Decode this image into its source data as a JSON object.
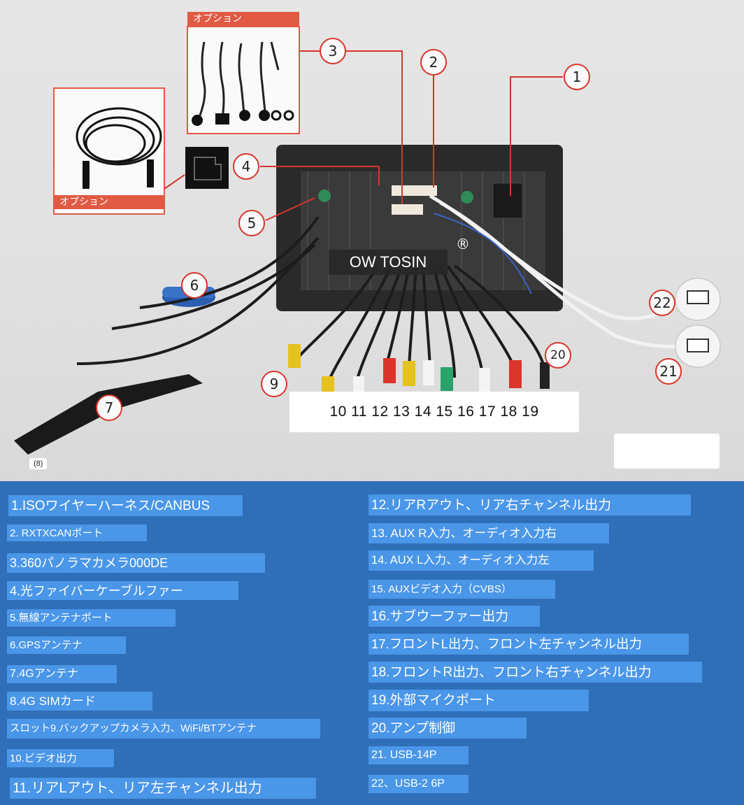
{
  "photo": {
    "option_label_top": "オプション",
    "option_label_left": "オプション",
    "brand": "OW TOSIN",
    "registered_mark": "®",
    "pin_numbers": "10 11 12 13 14 15 16 17 18 19",
    "label_8": "(8)",
    "callouts": [
      "1",
      "2",
      "3",
      "4",
      "5",
      "6",
      "7",
      "9",
      "20",
      "21",
      "22"
    ]
  },
  "legend": {
    "left": [
      "1.ISOワイヤーハーネス/CANBUS",
      "2. RXTXCANポート",
      "3.360パノラマカメラ000DE",
      "4.光ファイバーケーブルファー",
      "5.無線アンテナポート",
      "6.GPSアンテナ",
      "7.4Gアンテナ",
      "8.4G SIMカード",
      "スロット9.バックアップカメラ入力、WiFi/BTアンテナ",
      "10.ビデオ出力",
      "11.リアLアウト、リア左チャンネル出力"
    ],
    "right": [
      "12.リアRアウト、リア右チャンネル出力",
      "13. AUX R入力、オーディオ入力右",
      "14. AUX L入力、オーディオ入力左",
      "15. AUXビデオ入力（CVBS）",
      "16.サブウーファー出力",
      "17.フロントL出力、フロント左チャンネル出力",
      "18.フロントR出力、フロント右チャンネル出力",
      "19.外部マイクポート",
      "20.アンプ制御",
      "21. USB-14P",
      "22、USB-2 6P"
    ]
  }
}
